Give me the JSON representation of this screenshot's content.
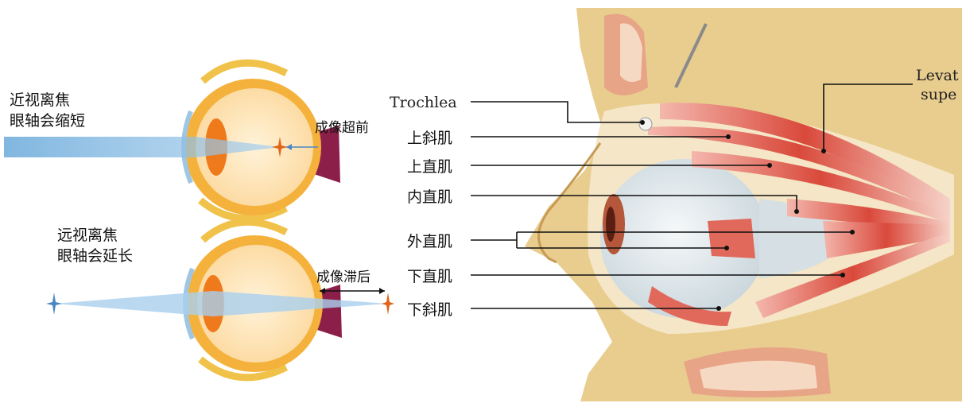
{
  "left_panel": {
    "myopia": {
      "label_line1": "近视离焦",
      "label_line2": "眼轴会缩短",
      "image_note": "成像超前"
    },
    "hyperopia": {
      "label_line1": "远视离焦",
      "label_line2": "眼轴会延长",
      "image_note": "成像滞后"
    }
  },
  "right_panel": {
    "labels": {
      "trochlea": "Trochlea",
      "superior_oblique": "上斜肌",
      "superior_rectus": "上直肌",
      "medial_rectus": "内直肌",
      "lateral_rectus": "外直肌",
      "inferior_rectus": "下直肌",
      "inferior_oblique": "下斜肌",
      "levator_line1": "Levat",
      "levator_line2": "supe"
    }
  },
  "colors": {
    "beam": "#7fb6e0",
    "lens": "#ef7a1c",
    "sclera_ring": "#f4b23c",
    "vitreous": "#fde4b8",
    "optic_nerve": "#8b1f4a",
    "muscle": "#d94a3c",
    "bone": "#e8c98a",
    "eyeball": "#e6edf0"
  }
}
